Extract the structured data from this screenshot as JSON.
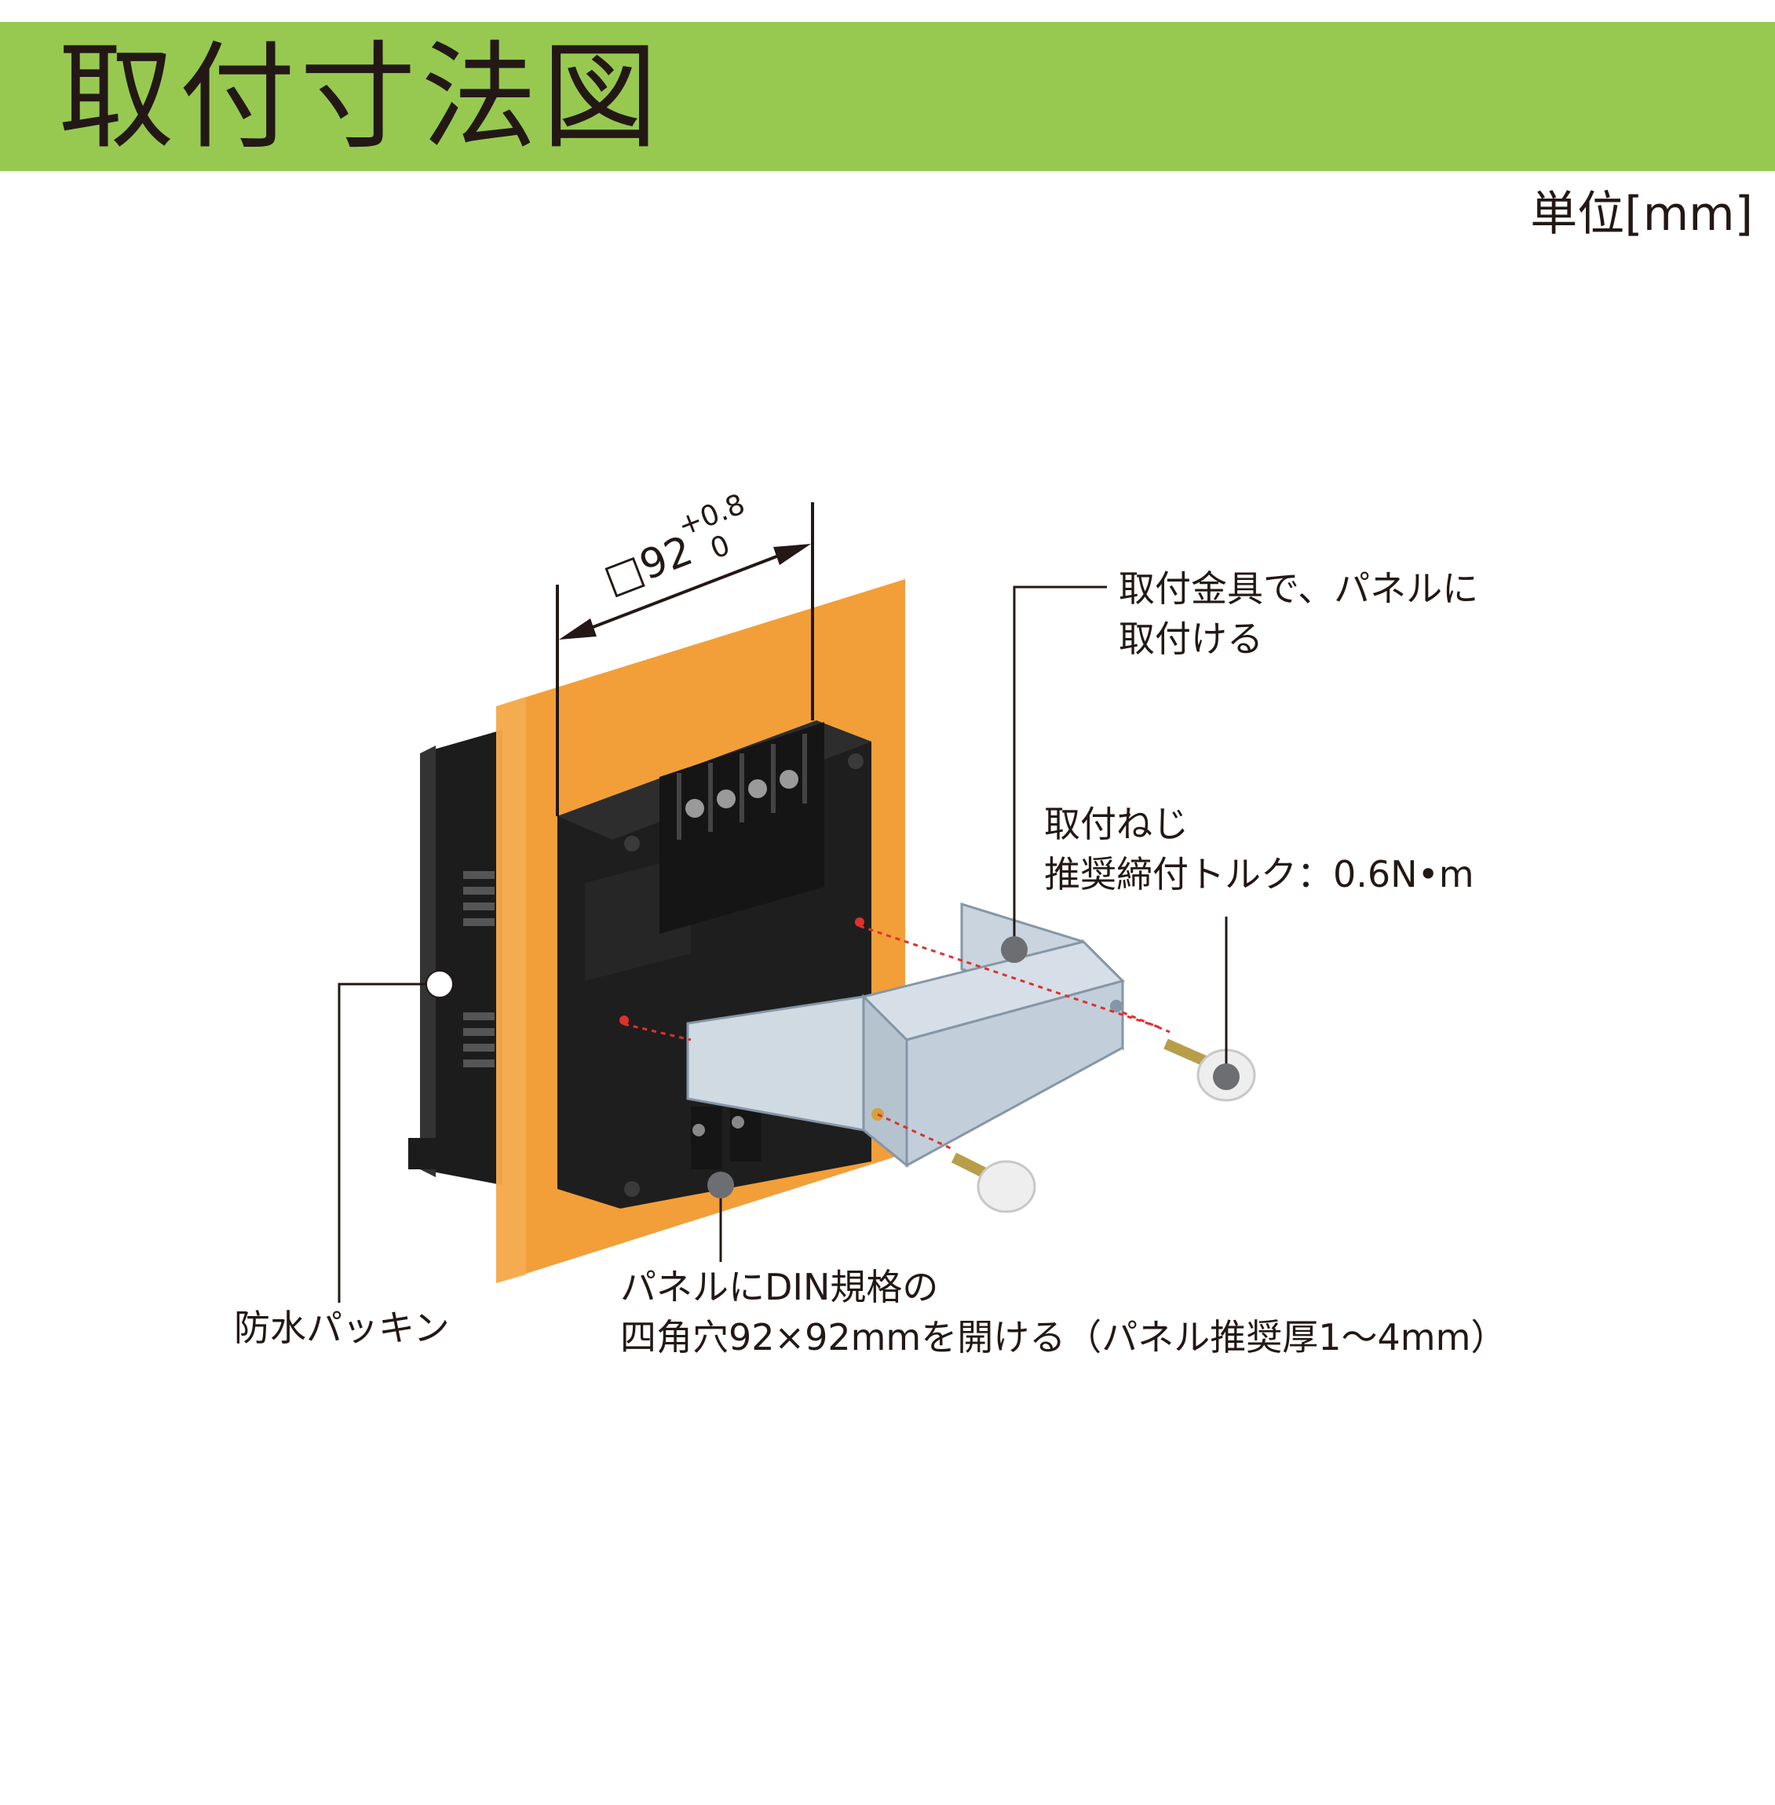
{
  "header": {
    "title": "取付寸法図",
    "band_color": "#97c950"
  },
  "unit": "単位[mm]",
  "dimension": {
    "symbol": "□",
    "value": "92",
    "tolerance_upper": "+0.8",
    "tolerance_lower": "0"
  },
  "callouts": {
    "bracket": [
      "取付金具で、パネルに",
      "取付ける"
    ],
    "screw": [
      "取付ねじ",
      "推奨締付トルク：0.6N•m"
    ],
    "packing": [
      "防水パッキン"
    ],
    "cutout": [
      "パネルにDIN規格の",
      "四角穴92×92mmを開ける（パネル推奨厚1～4mm）"
    ]
  },
  "colors": {
    "panel": "#f0921e",
    "device_body": "#1f1f1f",
    "bracket_metal": "#b7c6d3",
    "screw_head": "#ececec",
    "leader_line": "#231815",
    "hole_marker": "#e0302a"
  }
}
